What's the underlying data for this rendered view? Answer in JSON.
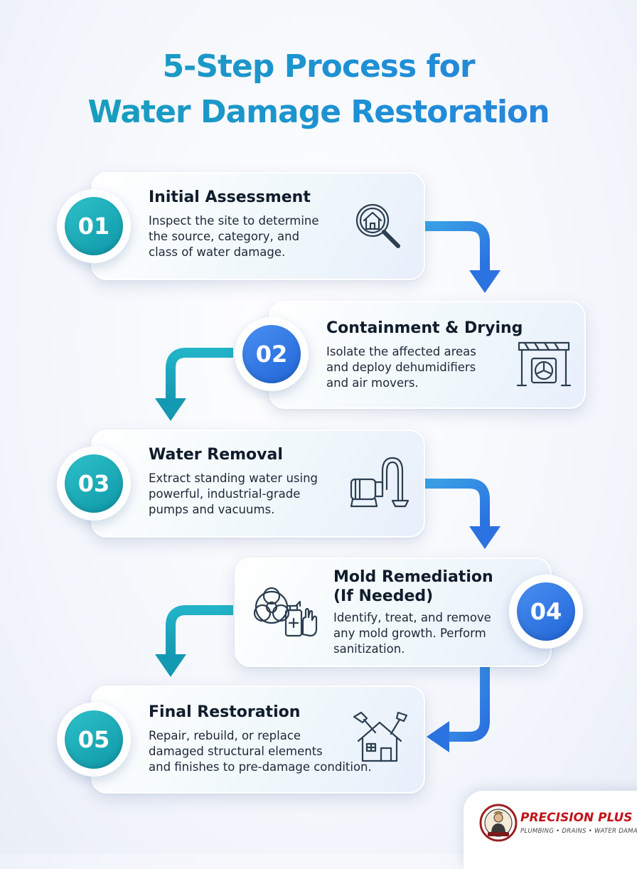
{
  "title": {
    "line1": "5-Step Process for",
    "line2": "Water Damage Restoration"
  },
  "steps": [
    {
      "number": "01",
      "title": "Initial Assessment",
      "lines": [
        "Inspect the site to determine",
        "the source, category, and",
        "class of water damage."
      ],
      "icon": "house-magnifier-icon"
    },
    {
      "number": "02",
      "title": "Containment & Drying",
      "lines": [
        "Isolate the affected areas",
        "and deploy dehumidifiers",
        "and air movers."
      ],
      "icon": "barrier-fan-icon"
    },
    {
      "number": "03",
      "title": "Water Removal",
      "lines": [
        "Extract standing water using",
        "powerful, industrial-grade",
        "pumps and vacuums."
      ],
      "icon": "pump-vacuum-icon"
    },
    {
      "number": "04",
      "title_lines": [
        "Mold Remediation",
        "(If Needed)"
      ],
      "lines": [
        "Identify, treat, and remove",
        "any mold growth. Perform",
        "sanitization."
      ],
      "icon": "biohazard-spray-icon"
    },
    {
      "number": "05",
      "title": "Final Restoration",
      "lines": [
        "Repair, rebuild, or replace",
        "damaged structural elements",
        "and finishes to pre-damage condition."
      ],
      "icon": "house-hammers-icon"
    }
  ],
  "brand": {
    "name": "PRECISION PLUS",
    "tagline": "PLUMBING • DRAINS • WATER DAMAGE"
  },
  "colors": {
    "teal": "#139fb0",
    "blue": "#2b73e0",
    "text": "#101c2c",
    "brand_red": "#c4121a"
  }
}
